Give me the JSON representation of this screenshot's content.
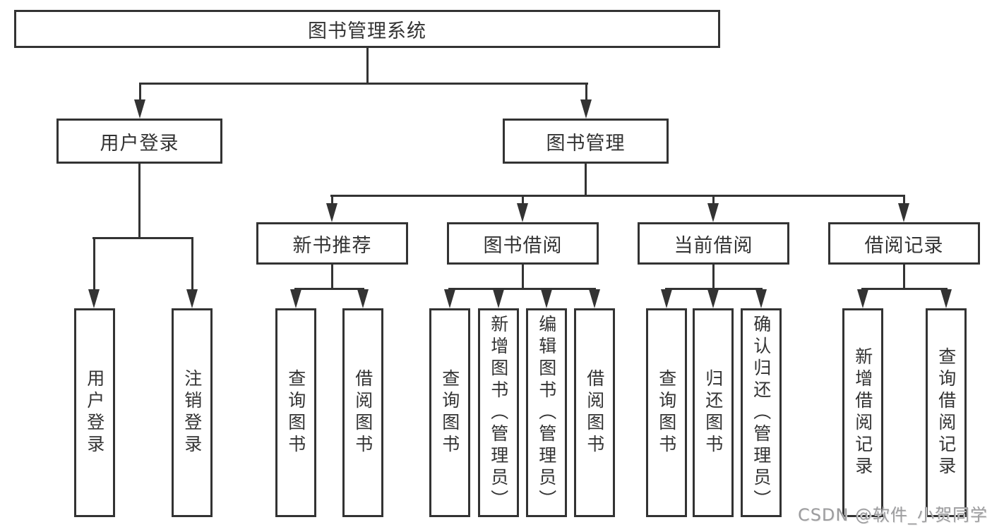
{
  "root": {
    "label": "图书管理系统"
  },
  "level2": [
    {
      "label": "用户登录"
    },
    {
      "label": "图书管理"
    }
  ],
  "level3": [
    {
      "label": "新书推荐"
    },
    {
      "label": "图书借阅"
    },
    {
      "label": "当前借阅"
    },
    {
      "label": "借阅记录"
    }
  ],
  "leaves": [
    {
      "label": "用户登录"
    },
    {
      "label": "注销登录"
    },
    {
      "label": "查询图书"
    },
    {
      "label": "借阅图书"
    },
    {
      "label": "查询图书"
    },
    {
      "label": "新增图书（管理员）"
    },
    {
      "label": "编辑图书（管理员）"
    },
    {
      "label": "借阅图书"
    },
    {
      "label": "查询图书"
    },
    {
      "label": "归还图书"
    },
    {
      "label": "确认归还（管理员）"
    },
    {
      "label": "新增借阅记录"
    },
    {
      "label": "查询借阅记录"
    }
  ],
  "watermark": {
    "text": "CSDN @软件_小贺同学"
  },
  "colors": {
    "line": "#333333",
    "text": "#333333",
    "watermark": "#9c9c9e",
    "background": "#ffffff"
  }
}
